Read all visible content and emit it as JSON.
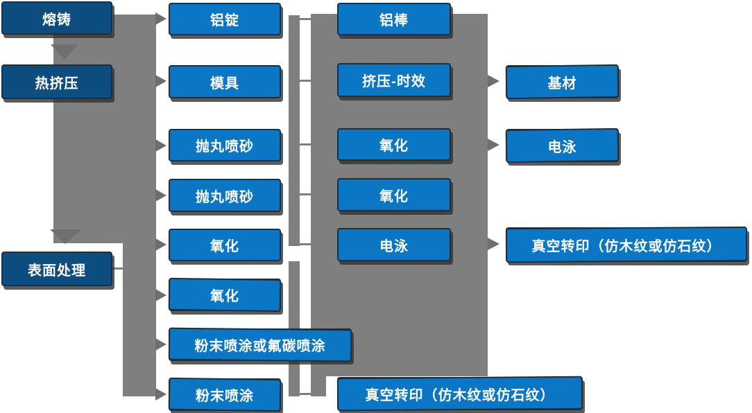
{
  "colors": {
    "background": "#ffffff",
    "stage_box_fill": "#0e4d80",
    "process_box_fill": "#0b76c4",
    "box_border": "#1e2e3e",
    "box_text": "#ffffff",
    "connector": "#7f7f7f",
    "arrowhead": "#6e6e6e"
  },
  "nodes": {
    "col1": [
      {
        "label": "熔铸"
      },
      {
        "label": "热挤压"
      },
      {
        "label": "表面处理"
      }
    ],
    "col2": [
      {
        "label": "铝锭"
      },
      {
        "label": "模具"
      },
      {
        "label": "抛丸喷砂"
      },
      {
        "label": "抛丸喷砂"
      },
      {
        "label": "氧化"
      },
      {
        "label": "氧化"
      },
      {
        "label": "粉末喷涂或氟碳喷涂"
      },
      {
        "label": "粉末喷涂"
      }
    ],
    "col3": [
      {
        "label": "铝棒"
      },
      {
        "label": "挤压-时效"
      },
      {
        "label": "氧化"
      },
      {
        "label": "氧化"
      },
      {
        "label": "电泳"
      },
      {
        "label": "真空转印（仿木纹或仿石纹）"
      }
    ],
    "col4": [
      {
        "label": "基材"
      },
      {
        "label": "电泳"
      },
      {
        "label": "真空转印（仿木纹或仿石纹）"
      }
    ]
  }
}
